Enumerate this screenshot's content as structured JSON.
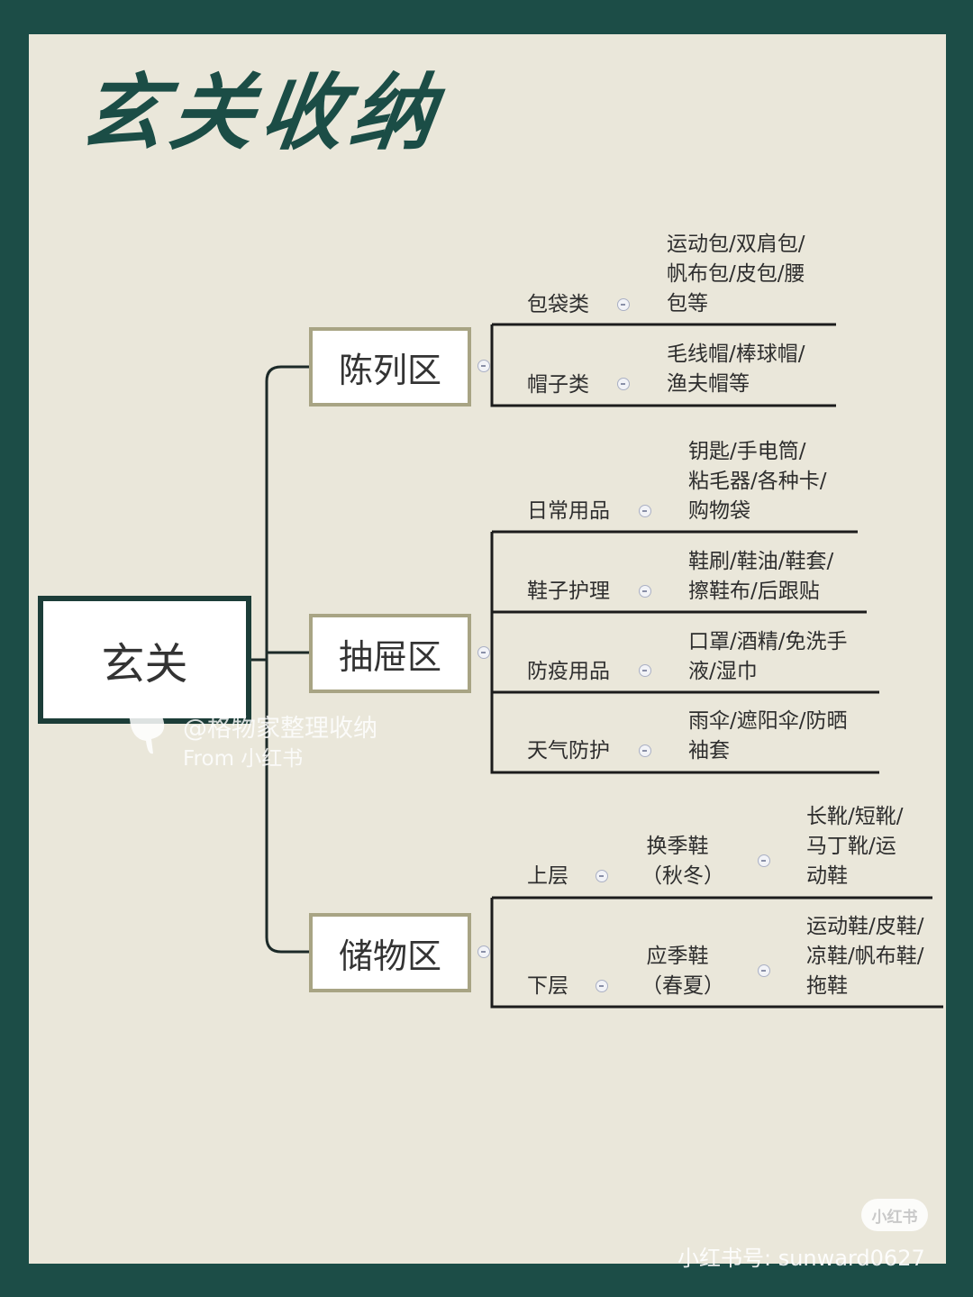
{
  "title": "玄关收纳",
  "root": "玄关",
  "zones": {
    "display": {
      "label": "陈列区",
      "items": [
        {
          "name": "包袋类",
          "detail": [
            "运动包/双肩包/",
            "帆布包/皮包/腰",
            "包等"
          ]
        },
        {
          "name": "帽子类",
          "detail": [
            "毛线帽/棒球帽/",
            "渔夫帽等"
          ]
        }
      ]
    },
    "drawer": {
      "label": "抽屉区",
      "items": [
        {
          "name": "日常用品",
          "detail": [
            "钥匙/手电筒/",
            "粘毛器/各种卡/",
            "购物袋"
          ]
        },
        {
          "name": "鞋子护理",
          "detail": [
            "鞋刷/鞋油/鞋套/",
            "擦鞋布/后跟贴"
          ]
        },
        {
          "name": "防疫用品",
          "detail": [
            "口罩/酒精/免洗手",
            "液/湿巾"
          ]
        },
        {
          "name": "天气防护",
          "detail": [
            "雨伞/遮阳伞/防晒",
            "袖套"
          ]
        }
      ]
    },
    "storage": {
      "label": "储物区",
      "items": [
        {
          "name": "上层",
          "sub": [
            "换季鞋",
            "（秋冬）"
          ],
          "detail": [
            "长靴/短靴/",
            "马丁靴/运",
            "动鞋"
          ]
        },
        {
          "name": "下层",
          "sub": [
            "应季鞋",
            "（春夏）"
          ],
          "detail": [
            "运动鞋/皮鞋/",
            "凉鞋/帆布鞋/",
            "拖鞋"
          ]
        }
      ]
    }
  },
  "watermark": {
    "line1": "@格物家整理收纳",
    "line2": "From 小红书"
  },
  "badge": "小红书",
  "account": "小红书号: sunward0627"
}
